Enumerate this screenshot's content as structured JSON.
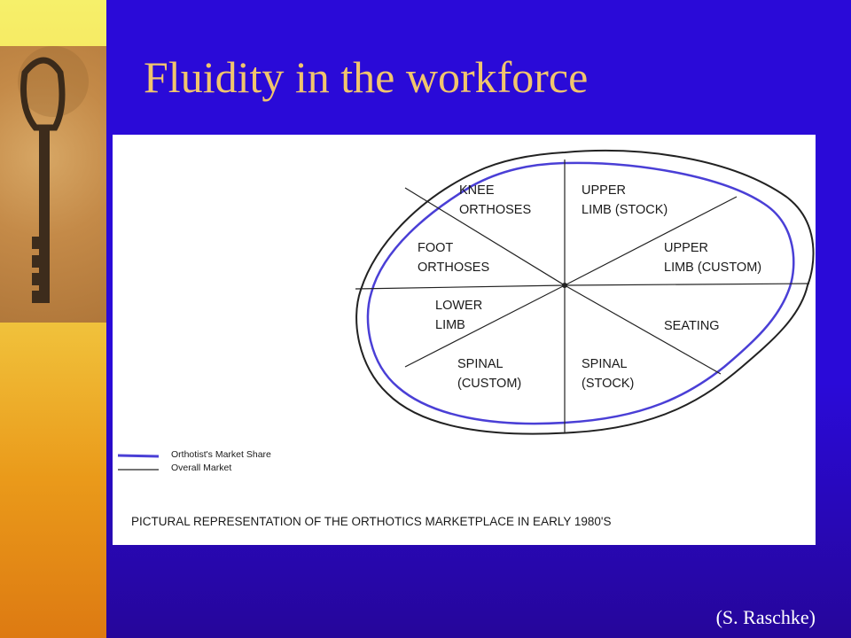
{
  "slide": {
    "title": "Fluidity in the workforce",
    "credit": "(S. Raschke)"
  },
  "diagram": {
    "segments": [
      {
        "line1": "KNEE",
        "line2": "ORTHOSES"
      },
      {
        "line1": "UPPER",
        "line2": "LIMB (STOCK)"
      },
      {
        "line1": "UPPER",
        "line2": "LIMB (CUSTOM)"
      },
      {
        "line1": "SEATING",
        "line2": ""
      },
      {
        "line1": "SPINAL",
        "line2": "(STOCK)"
      },
      {
        "line1": "SPINAL",
        "line2": "(CUSTOM)"
      },
      {
        "line1": "LOWER",
        "line2": "LIMB"
      },
      {
        "line1": "FOOT",
        "line2": "ORTHOSES"
      }
    ],
    "legend": [
      {
        "label": "Orthotist's Market Share",
        "color": "#4a3fd6"
      },
      {
        "label": "Overall Market",
        "color": "#222222"
      }
    ],
    "caption": "PICTURAL REPRESENTATION OF THE ORTHOTICS MARKETPLACE IN EARLY 1980'S"
  },
  "colors": {
    "background": "#2a0ad8",
    "title": "#f1c56d",
    "market_share_line": "#4a3fd6",
    "overall_market_line": "#222222"
  },
  "icons": [
    "key-image"
  ]
}
